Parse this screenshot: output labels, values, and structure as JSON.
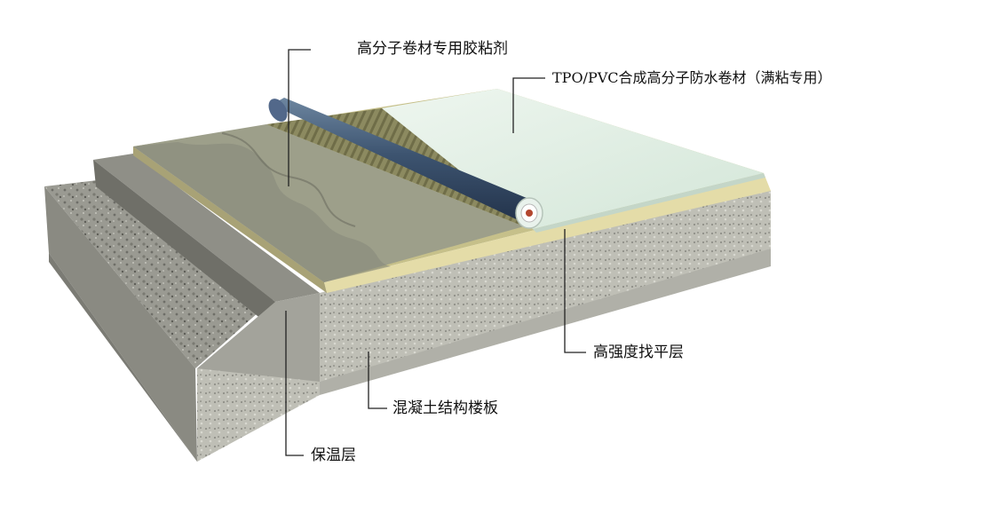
{
  "labels": {
    "adhesive": "高分子卷材专用胶粘剂",
    "membrane": "TPO/PVC合成高分子防水卷材（满粘专用）",
    "screed": "高强度找平层",
    "slab": "混凝土结构楼板",
    "insulation": "保温层"
  },
  "colors": {
    "membrane": "#dcebe0",
    "roll": "#3f5670",
    "adhesive": "#8e8c62",
    "insulation": "#ddd6a4",
    "concrete": "#9c9c94",
    "background": "#ffffff"
  }
}
